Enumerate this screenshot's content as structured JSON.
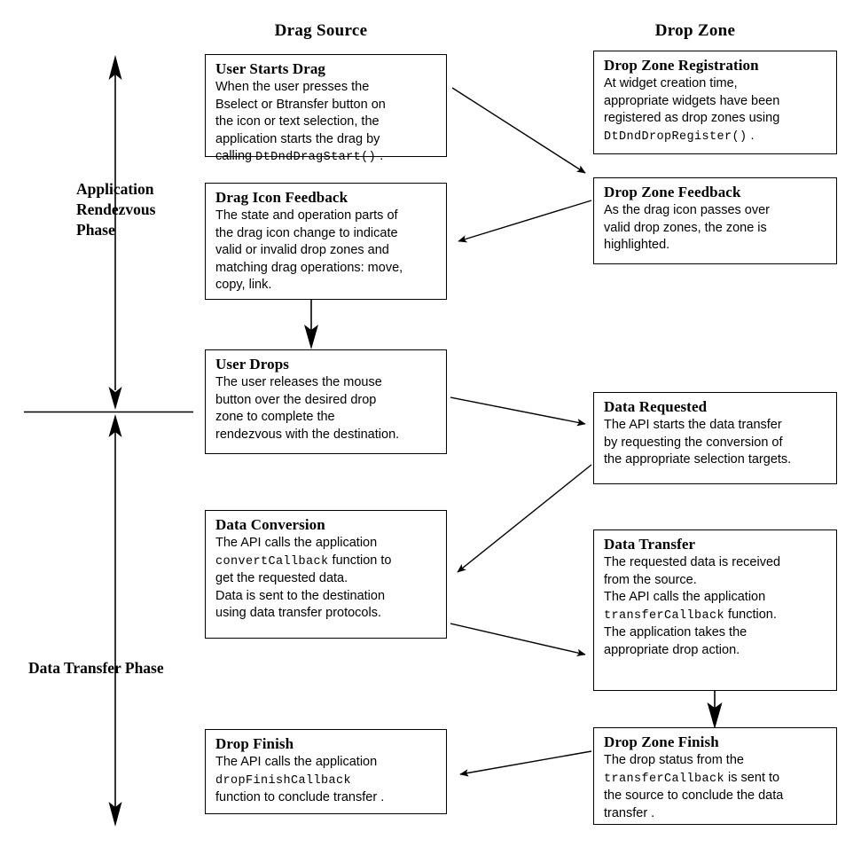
{
  "columns": {
    "left_header": "Drag Source",
    "right_header": "Drop Zone"
  },
  "phases": {
    "top": "Application\nRendezvous\nPhase",
    "top_line1": "Application",
    "top_line2": "Rendezvous",
    "top_line3": "Phase",
    "bottom": "Data Transfer Phase"
  },
  "nodes": {
    "user_starts_drag": {
      "title": "User Starts Drag",
      "lines": [
        [
          {
            "t": "When the user presses the",
            "m": false
          }
        ],
        [
          {
            "t": "Bselect or Btransfer button on",
            "m": false
          }
        ],
        [
          {
            "t": "the icon or text selection, the",
            "m": false
          }
        ],
        [
          {
            "t": "application starts the drag by",
            "m": false
          }
        ],
        [
          {
            "t": "calling ",
            "m": false
          },
          {
            "t": "DtDndDragStart()",
            "m": true
          },
          {
            "t": " .",
            "m": false
          }
        ]
      ]
    },
    "drop_zone_registration": {
      "title": "Drop Zone Registration",
      "lines": [
        [
          {
            "t": "At widget creation time,",
            "m": false
          }
        ],
        [
          {
            "t": "appropriate widgets have been",
            "m": false
          }
        ],
        [
          {
            "t": "registered as drop zones using",
            "m": false
          }
        ],
        [
          {
            "t": "DtDndDropRegister()",
            "m": true
          },
          {
            "t": " .",
            "m": false
          }
        ]
      ]
    },
    "drag_icon_feedback": {
      "title": "Drag Icon Feedback",
      "lines": [
        [
          {
            "t": "The state and operation parts of",
            "m": false
          }
        ],
        [
          {
            "t": "the drag icon change to indicate",
            "m": false
          }
        ],
        [
          {
            "t": "valid or invalid drop zones and",
            "m": false
          }
        ],
        [
          {
            "t": "matching drag operations: move,",
            "m": false
          }
        ],
        [
          {
            "t": "copy, link.",
            "m": false
          }
        ]
      ]
    },
    "drop_zone_feedback": {
      "title": "Drop Zone Feedback",
      "lines": [
        [
          {
            "t": "As the drag icon passes over",
            "m": false
          }
        ],
        [
          {
            "t": "valid drop zones, the zone is",
            "m": false
          }
        ],
        [
          {
            "t": "highlighted.",
            "m": false
          }
        ]
      ]
    },
    "user_drops": {
      "title": "User Drops",
      "lines": [
        [
          {
            "t": "The user releases the mouse",
            "m": false
          }
        ],
        [
          {
            "t": "button over the desired drop",
            "m": false
          }
        ],
        [
          {
            "t": "zone to complete the",
            "m": false
          }
        ],
        [
          {
            "t": "rendezvous with the destination.",
            "m": false
          }
        ]
      ]
    },
    "data_requested": {
      "title": "Data Requested",
      "lines": [
        [
          {
            "t": "The API starts the data transfer",
            "m": false
          }
        ],
        [
          {
            "t": "by requesting the conversion of",
            "m": false
          }
        ],
        [
          {
            "t": "the appropriate selection targets.",
            "m": false
          }
        ]
      ]
    },
    "data_conversion": {
      "title": "Data Conversion",
      "lines": [
        [
          {
            "t": "The API calls the application",
            "m": false
          }
        ],
        [
          {
            "t": "convertCallback",
            "m": true
          },
          {
            "t": " function to",
            "m": false
          }
        ],
        [
          {
            "t": "get the requested data.",
            "m": false
          }
        ],
        [
          {
            "t": "Data is sent to the destination",
            "m": false
          }
        ],
        [
          {
            "t": "using data transfer protocols.",
            "m": false
          }
        ]
      ]
    },
    "data_transfer": {
      "title": "Data Transfer",
      "lines": [
        [
          {
            "t": "The requested data is received",
            "m": false
          }
        ],
        [
          {
            "t": "from the source.",
            "m": false
          }
        ],
        [
          {
            "t": "The API calls the application",
            "m": false
          }
        ],
        [
          {
            "t": "transferCallback",
            "m": true
          },
          {
            "t": " function.",
            "m": false
          }
        ],
        [
          {
            "t": "The application takes the",
            "m": false
          }
        ],
        [
          {
            "t": "appropriate drop action.",
            "m": false
          }
        ]
      ]
    },
    "drop_finish": {
      "title": "Drop Finish",
      "lines": [
        [
          {
            "t": "The API calls the application",
            "m": false
          }
        ],
        [
          {
            "t": "dropFinishCallback",
            "m": true
          }
        ],
        [
          {
            "t": "function to conclude transfer  .",
            "m": false
          }
        ]
      ]
    },
    "drop_zone_finish": {
      "title": "Drop Zone Finish",
      "lines": [
        [
          {
            "t": "The drop status from the",
            "m": false
          }
        ],
        [
          {
            "t": "transferCallback",
            "m": true
          },
          {
            "t": " is sent to",
            "m": false
          }
        ],
        [
          {
            "t": "the source to conclude the data",
            "m": false
          }
        ],
        [
          {
            "t": "transfer .",
            "m": false
          }
        ]
      ]
    }
  },
  "colors": {
    "stroke": "#000000",
    "background": "#ffffff"
  }
}
